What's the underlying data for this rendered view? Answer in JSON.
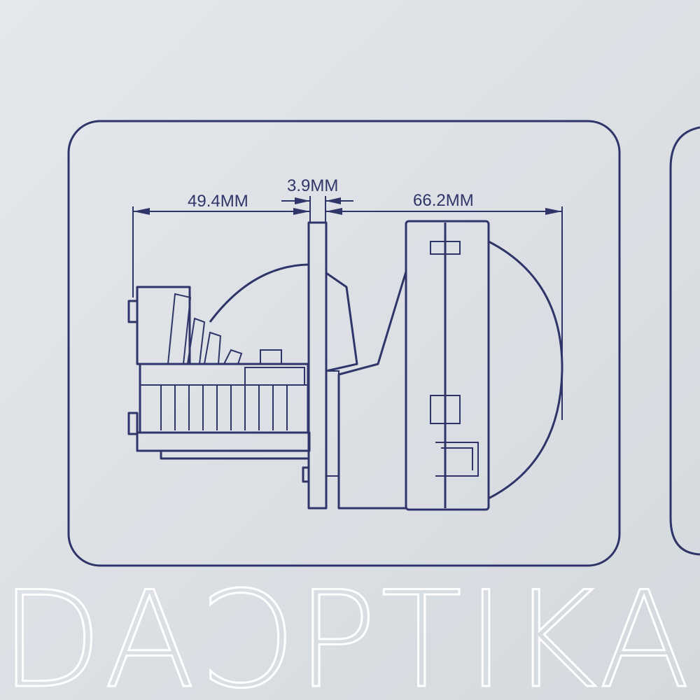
{
  "diagram": {
    "dimensions": {
      "left_length": "49.4MM",
      "flange_thickness": "3.9MM",
      "right_length": "66.2MM"
    },
    "line_color": "#2f3568"
  },
  "watermark": {
    "text": "DAƆPTIKA"
  }
}
